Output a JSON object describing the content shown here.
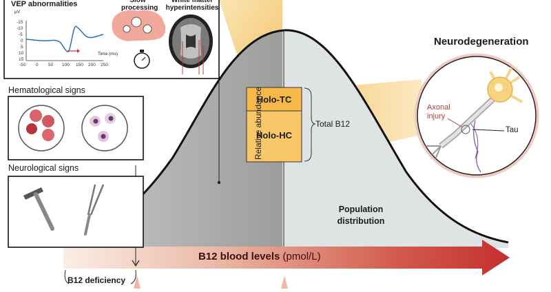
{
  "vep": {
    "title": "VEP abnormalities",
    "y_unit": "μV",
    "x_label": "Time (ms)",
    "y_ticks": [
      "-15",
      "-10",
      "-5",
      "0",
      "5",
      "10",
      "15"
    ],
    "x_ticks": [
      "-50",
      "0",
      "50",
      "100",
      "150",
      "200",
      "250"
    ]
  },
  "slow_processing": "Slow processing",
  "white_matter": "White matter hyperintensities",
  "hematological": "Hematological signs",
  "neurological": "Neurological signs",
  "neurodegeneration": "Neurodegeneration",
  "axonal_injury": "Axonal injury",
  "tau": "Tau",
  "holo_tc": "Holo-TC",
  "holo_hc": "Holo-HC",
  "total_b12": "Total B12",
  "relative_abundance": "Relative abundance",
  "population_distribution": "Population distribution",
  "b12_levels": "B12 blood levels",
  "b12_unit": "(pmol/L)",
  "b12_deficiency": "B12 deficiency",
  "colors": {
    "arrow_dark": "#c42f2f",
    "arrow_light": "#f6e3d8",
    "box_orange": "#f7bf55",
    "curve_gray": "#a8a8a6",
    "curve_light": "#dfe3e4",
    "beam": "#f4c466",
    "axonal_red": "#b23a3a"
  }
}
